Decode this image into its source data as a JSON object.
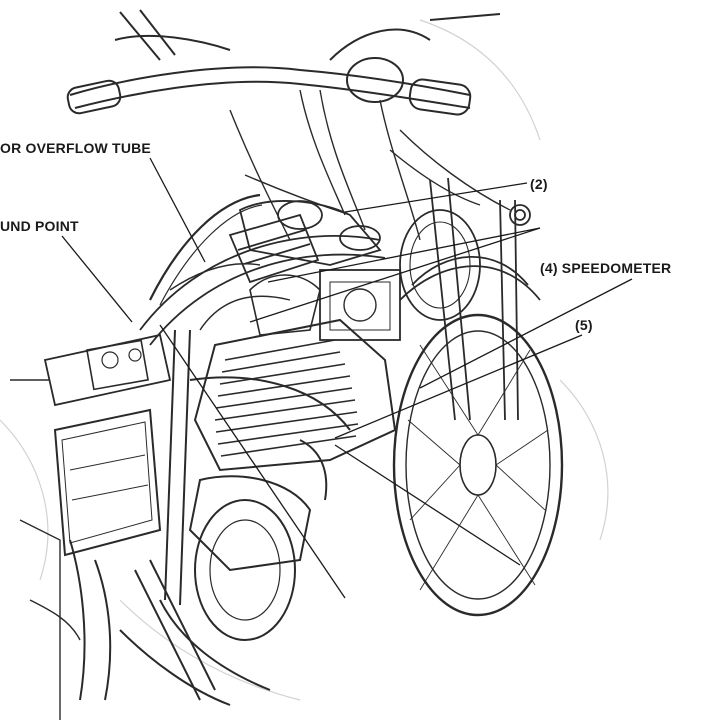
{
  "callouts": {
    "overflow_tube": "OR OVERFLOW TUBE",
    "ground_point": "UND POINT",
    "item_2": "(2)",
    "speedometer": "(4) SPEEDOMETER",
    "item_5": "(5)"
  },
  "colors": {
    "ink": "#1a1a1a",
    "ghost_ink": "#c9c9c9",
    "paper": "#ffffff"
  }
}
